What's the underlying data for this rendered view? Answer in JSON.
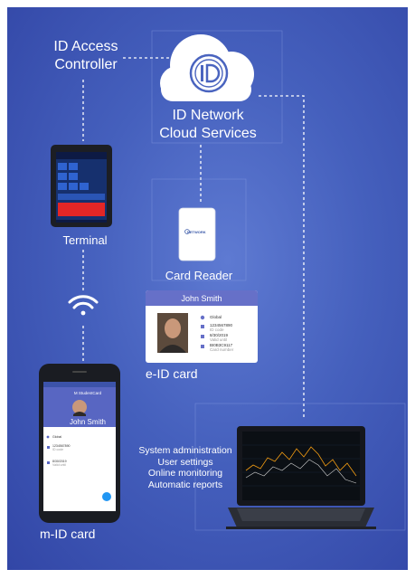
{
  "labels": {
    "access_controller_line1": "ID Access",
    "access_controller_line2": "Controller",
    "cloud_line1": "ID Network",
    "cloud_line2": "Cloud Services",
    "terminal": "Terminal",
    "card_reader": "Card Reader",
    "eid_card": "e-ID card",
    "mid_card": "m-ID card"
  },
  "features": [
    "System administration",
    "User settings",
    "Online monitoring",
    "Automatic reports"
  ],
  "eid_card": {
    "name": "John Smith",
    "rows": [
      {
        "value": "Global",
        "sub": ""
      },
      {
        "value": "1234567890",
        "sub": "ID code"
      },
      {
        "value": "8/30/2019",
        "sub": "Valid until"
      },
      {
        "value": "BI0B3C9117",
        "sub": "Card number"
      }
    ]
  },
  "mid_card": {
    "title": "M StudentCard",
    "name": "John Smith",
    "rows": [
      {
        "value": "Global",
        "sub": ""
      },
      {
        "value": "1234567890",
        "sub": "ID code"
      },
      {
        "value": "8/30/2019",
        "sub": "Valid until"
      }
    ]
  },
  "reader_brand": "NETWORK",
  "colors": {
    "background": "#4560bd",
    "accent": "#6670c8",
    "text": "#ffffff"
  }
}
